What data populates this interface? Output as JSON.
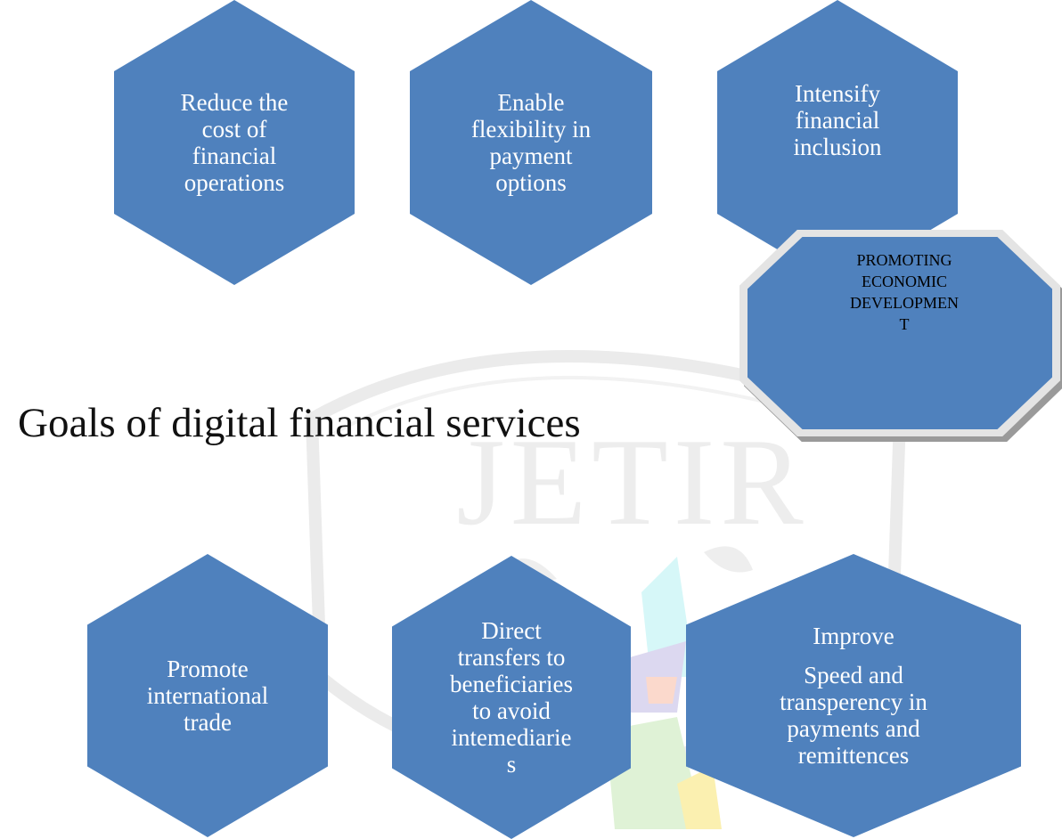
{
  "title": "Goals of digital financial services",
  "watermark_text": "JETIR",
  "colors": {
    "hex_fill": "#4f81bd",
    "hex_text": "#ffffff"
  },
  "goals_top": [
    {
      "lines": [
        "Reduce the",
        "cost of",
        "financial",
        "operations"
      ]
    },
    {
      "lines": [
        "Enable",
        "flexibility in",
        "payment",
        "options"
      ]
    },
    {
      "lines": [
        "Intensify",
        "financial",
        "inclusion"
      ]
    }
  ],
  "highlight": {
    "lines": [
      "PROMOTING",
      "ECONOMIC",
      "DEVELOPMEN",
      "T"
    ]
  },
  "goals_bottom": [
    {
      "lines": [
        "Promote",
        "international",
        "trade"
      ]
    },
    {
      "lines": [
        "Direct",
        "transfers to",
        "beneficiaries",
        "to avoid",
        "intemediarie",
        "s"
      ]
    },
    {
      "heading": "Improve",
      "lines": [
        "Speed and",
        "transperency in",
        "payments and",
        "remittences"
      ]
    }
  ]
}
